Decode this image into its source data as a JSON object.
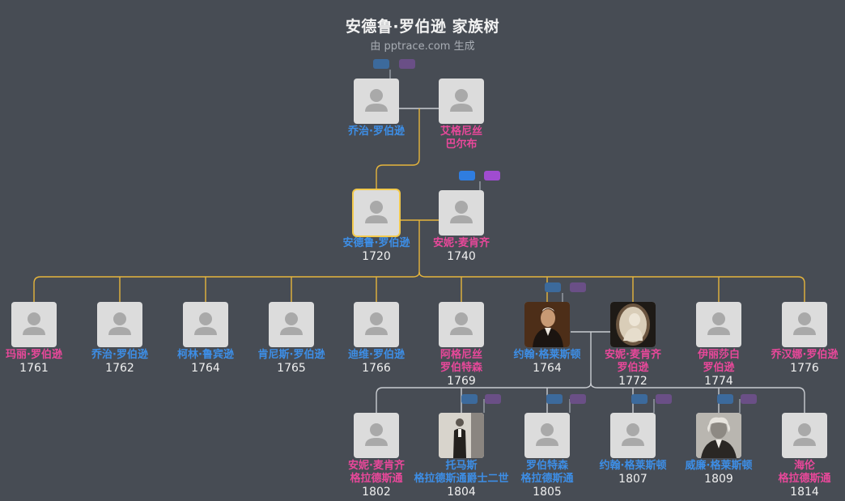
{
  "header": {
    "title": "安德鲁·罗伯逊 家族树",
    "subtitle": "由 pptrace.com 生成"
  },
  "people": [
    {
      "id": "george_sr",
      "name": [
        "乔治·罗伯逊"
      ],
      "year": "",
      "gender": "m"
    },
    {
      "id": "agnes",
      "name": [
        "艾格尼丝",
        "巴尔布"
      ],
      "year": "",
      "gender": "f"
    },
    {
      "id": "andrew",
      "name": [
        "安德鲁·罗伯逊"
      ],
      "year": "1720",
      "gender": "m",
      "selected": true
    },
    {
      "id": "annie1",
      "name": [
        "安妮·麦肯齐"
      ],
      "year": "1740",
      "gender": "f"
    },
    {
      "id": "mary",
      "name": [
        "玛丽·罗伯逊"
      ],
      "year": "1761",
      "gender": "f"
    },
    {
      "id": "george",
      "name": [
        "乔治·罗伯逊"
      ],
      "year": "1762",
      "gender": "m"
    },
    {
      "id": "colin",
      "name": [
        "柯林·鲁宾逊"
      ],
      "year": "1764",
      "gender": "m"
    },
    {
      "id": "kenneth",
      "name": [
        "肯尼斯·罗伯逊"
      ],
      "year": "1765",
      "gender": "m"
    },
    {
      "id": "david",
      "name": [
        "迪维·罗伯逊"
      ],
      "year": "1766",
      "gender": "m"
    },
    {
      "id": "agnes2",
      "name": [
        "阿格尼丝",
        "罗伯特森"
      ],
      "year": "1769",
      "gender": "f"
    },
    {
      "id": "john",
      "name": [
        "约翰·格莱斯顿"
      ],
      "year": "1764",
      "gender": "m",
      "photo": "portrait-dark"
    },
    {
      "id": "annie2",
      "name": [
        "安妮·麦肯齐",
        "罗伯逊"
      ],
      "year": "1772",
      "gender": "f",
      "photo": "cameo"
    },
    {
      "id": "elizabeth",
      "name": [
        "伊丽莎白",
        "罗伯逊"
      ],
      "year": "1774",
      "gender": "f"
    },
    {
      "id": "joanna",
      "name": [
        "乔汉娜·罗伯逊"
      ],
      "year": "1776",
      "gender": "f"
    },
    {
      "id": "anne",
      "name": [
        "安妮·麦肯齐",
        "格拉德斯通"
      ],
      "year": "1802",
      "gender": "f"
    },
    {
      "id": "thomas",
      "name": [
        "托马斯",
        "格拉德斯通爵士二世"
      ],
      "year": "1804",
      "gender": "m",
      "photo": "portrait-standing"
    },
    {
      "id": "robertson",
      "name": [
        "罗伯特森",
        "格拉德斯通"
      ],
      "year": "1805",
      "gender": "m"
    },
    {
      "id": "john2",
      "name": [
        "约翰·格莱斯顿"
      ],
      "year": "1807",
      "gender": "m"
    },
    {
      "id": "william",
      "name": [
        "威廉·格莱斯顿"
      ],
      "year": "1809",
      "gender": "m",
      "photo": "portrait-bw"
    },
    {
      "id": "helen",
      "name": [
        "海伦",
        "格拉德斯通"
      ],
      "year": "1814",
      "gender": "f"
    }
  ],
  "marriage_badges": [
    {
      "id": "badge-top",
      "active": false
    },
    {
      "id": "badge-andrew",
      "active": true
    },
    {
      "id": "badge-john",
      "active": false
    },
    {
      "id": "badge-thomas",
      "active": false
    },
    {
      "id": "badge-robertson",
      "active": false
    },
    {
      "id": "badge-john2",
      "active": false
    },
    {
      "id": "badge-william",
      "active": false
    }
  ],
  "colors": {
    "background": "#474c54",
    "male": "#3d8ee6",
    "female": "#e8489a",
    "highlight_line": "#e6b53c",
    "normal_line": "#c9ccd1"
  }
}
